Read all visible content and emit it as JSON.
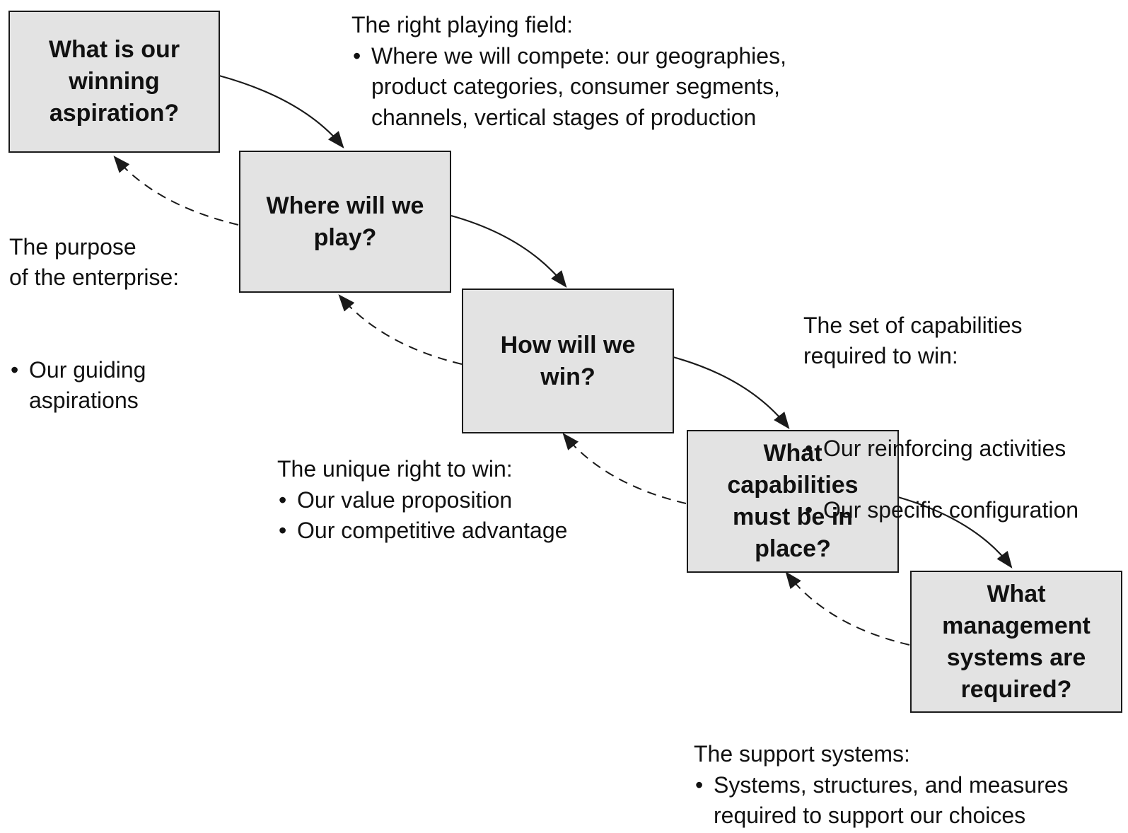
{
  "boxes": [
    {
      "id": "aspiration",
      "label": "What is our\nwinning\naspiration?"
    },
    {
      "id": "where-play",
      "label": "Where will we\nplay?"
    },
    {
      "id": "how-win",
      "label": "How will we\nwin?"
    },
    {
      "id": "capabilities",
      "label": "What\ncapabilities\nmust be in\nplace?"
    },
    {
      "id": "management",
      "label": "What\nmanagement\nsystems are\nrequired?"
    }
  ],
  "notes": {
    "playing_field": {
      "heading": "The right playing field:",
      "bullets": [
        "Where we will compete: our geographies,\nproduct categories, consumer segments,\nchannels, vertical stages of production"
      ]
    },
    "purpose": {
      "heading": "The purpose\nof the enterprise:",
      "bullets": [
        "Our guiding\naspirations"
      ]
    },
    "capabilities": {
      "heading": "The set of capabilities\nrequired to win:",
      "bullets": [
        "Our reinforcing activities",
        "Our specific configuration"
      ]
    },
    "right_to_win": {
      "heading": "The unique right to win:",
      "bullets": [
        "Our value proposition",
        "Our competitive advantage"
      ]
    },
    "support": {
      "heading": "The support systems:",
      "bullets": [
        "Systems, structures, and measures\nrequired to support our choices"
      ]
    }
  },
  "bullet_symbol": "•",
  "colors": {
    "box_fill": "#e3e3e3",
    "stroke": "#1a1a1a"
  }
}
